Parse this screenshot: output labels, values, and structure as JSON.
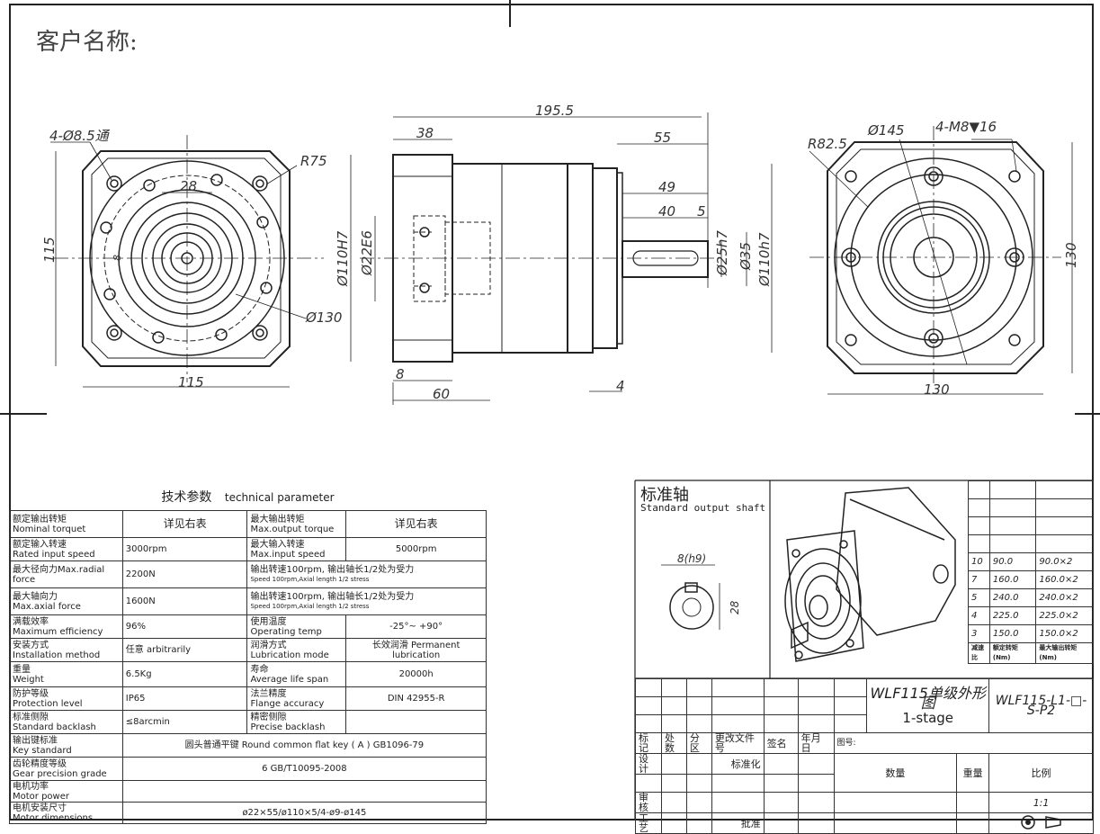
{
  "customer_label": "客户名称:",
  "dims": {
    "holes_left": "4-Ø8.5通",
    "r75": "R75",
    "d28": "28",
    "h115": "115",
    "w115": "115",
    "d8": "8",
    "d130": "Ø130",
    "l195": "195.5",
    "l38": "38",
    "l55": "55",
    "l49": "49",
    "l40": "40",
    "l5": "5",
    "d110a": "Ø110H7",
    "d22": "Ø22E6",
    "d25": "Ø25h7",
    "d35": "Ø35",
    "d110b": "Ø110h7",
    "l8b": "8",
    "l60": "60",
    "l4": "4",
    "r82": "R82.5",
    "d145": "Ø145",
    "m8": "4-M8▼16",
    "h130": "130",
    "w130": "130"
  },
  "tech": {
    "title_cn": "技术参数",
    "title_en": "technical parameter",
    "rows": [
      {
        "l1": "额定输出转矩",
        "l2": "Nominal torquet",
        "v": "详见右表",
        "r1": "最大输出转矩",
        "r2": "Max.output torque",
        "rv": "详见右表"
      },
      {
        "l1": "额定输入转速",
        "l2": "Rated input speed",
        "v": "3000rpm",
        "r1": "最大输入转速",
        "r2": "Max.input speed",
        "rv": "5000rpm"
      },
      {
        "l1": "最大径向力Max.radial",
        "l2": "force",
        "v": "2200N",
        "r1": "输出转速100rpm, 输出轴长1/2处为受力",
        "r2": "Speed 100rpm,Axial length 1/2 stress",
        "rv": ""
      },
      {
        "l1": "最大轴向力",
        "l2": "Max.axial force",
        "v": "1600N",
        "r1": "输出转速100rpm, 输出轴长1/2处为受力",
        "r2": "Speed 100rpm,Axial length 1/2 stress",
        "rv": ""
      },
      {
        "l1": "满载效率",
        "l2": "Maximum efficiency",
        "v": "96%",
        "r1": "使用温度",
        "r2": "Operating temp",
        "rv": "-25°~ +90°"
      },
      {
        "l1": "安装方式",
        "l2": "Installation method",
        "v": "任意 arbitrarily",
        "r1": "润滑方式",
        "r2": "Lubrication mode",
        "rv": "长效润滑 Permanent lubrication"
      },
      {
        "l1": "重量",
        "l2": "Weight",
        "v": "6.5Kg",
        "r1": "寿命",
        "r2": "Average life span",
        "rv": "20000h"
      },
      {
        "l1": "防护等级",
        "l2": "Protection level",
        "v": "IP65",
        "r1": "法兰精度",
        "r2": "Flange accuracy",
        "rv": "DIN 42955-R"
      },
      {
        "l1": "标准侧隙",
        "l2": "Standard backlash",
        "v": "≤8arcmin",
        "r1": "精密侧隙",
        "r2": "Precise backlash",
        "rv": ""
      }
    ],
    "wide_rows": [
      {
        "l1": "输出键标准",
        "l2": "Key standard",
        "v": "圆头普通平键 Round common flat key ( A ) GB1096-79"
      },
      {
        "l1": "齿轮精度等级",
        "l2": "Gear precision grade",
        "v": "6 GB/T10095-2008"
      },
      {
        "l1": "电机功率",
        "l2": "Motor power",
        "v": ""
      },
      {
        "l1": "电机安装尺寸",
        "l2": "Motor dimensions",
        "v": "ø22×55/ø110×5/4-ø9-ø145"
      }
    ]
  },
  "shaft": {
    "title_cn": "标准轴",
    "title_en": "Standard output shaft",
    "key_w": "8(h9)",
    "key_h": "28"
  },
  "ratio_table": {
    "rows": [
      [
        "10",
        "90.0",
        "90.0×2"
      ],
      [
        "7",
        "160.0",
        "160.0×2"
      ],
      [
        "5",
        "240.0",
        "240.0×2"
      ],
      [
        "4",
        "225.0",
        "225.0×2"
      ],
      [
        "3",
        "150.0",
        "150.0×2"
      ]
    ],
    "header": [
      "减速比",
      "额定转矩(Nm)",
      "最大输出转矩(Nm)"
    ]
  },
  "title_block": {
    "drawing_name": "WLF115单级外形图",
    "stage": "1-stage",
    "model": "WLF115-L1-□-S-P2",
    "mark": "标记",
    "count": "处数",
    "zone": "分区",
    "change_doc": "更改文件号",
    "sign": "签名",
    "date": "年月日",
    "drawing_no": "图号:",
    "design": "设计",
    "standard": "标准化",
    "qty": "数量",
    "weight": "重量",
    "scale": "比例",
    "scale_val": "1:1",
    "review": "审核",
    "process": "工艺",
    "approve": "批准"
  }
}
